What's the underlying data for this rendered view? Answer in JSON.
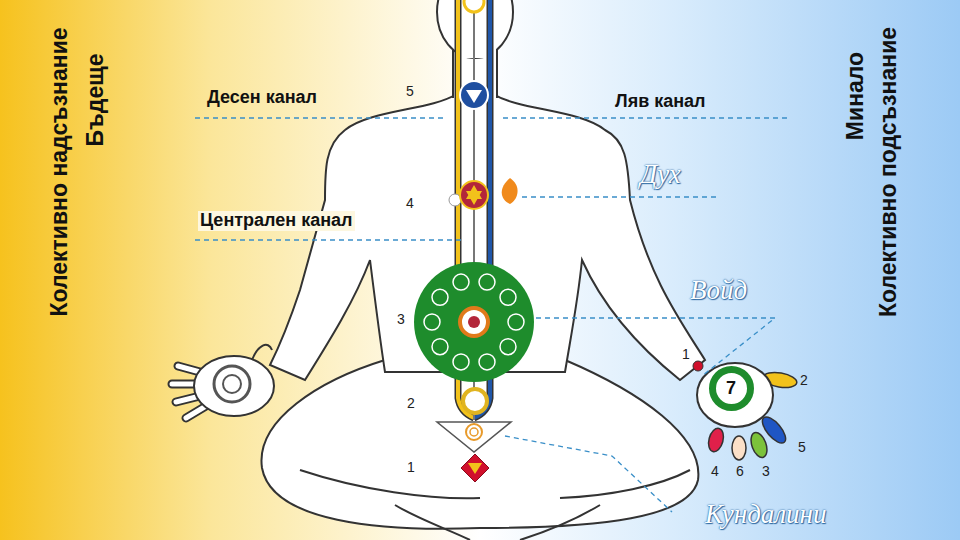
{
  "diagram": {
    "nodes": [
      {
        "text": [
          "7"
        ]
      }
    ],
    "labels": [
      "Колективно надсъзнание",
      "Бъдеще",
      "Минало",
      "Колективно подсъзнание",
      "Десен канал",
      "Ляв канал",
      "Централен канал",
      "Дух",
      "Войд",
      "Кундалини",
      "5",
      "4",
      "3",
      "2",
      "1",
      "1",
      "2",
      "5",
      "4",
      "6",
      "3"
    ]
  }
}
